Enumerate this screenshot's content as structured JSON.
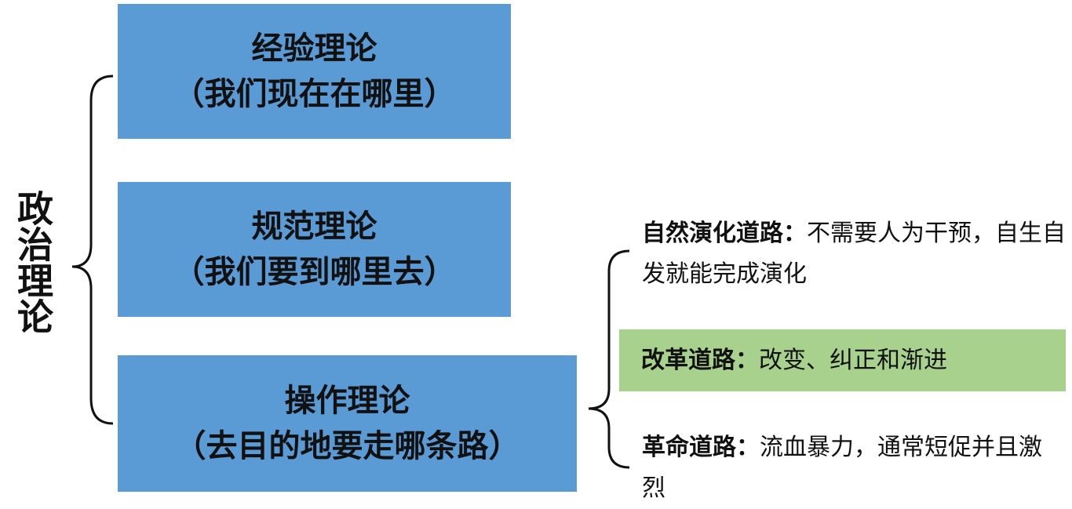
{
  "root": {
    "label": "政治理论"
  },
  "theories": [
    {
      "title": "经验理论",
      "subtitle": "（我们现在在哪里）"
    },
    {
      "title": "规范理论",
      "subtitle": "（我们要到哪里去）"
    },
    {
      "title": "操作理论",
      "subtitle": "（去目的地要走哪条路）"
    }
  ],
  "paths": [
    {
      "name": "自然演化道路",
      "sep": "：",
      "desc": "不需要人为干预，自生自发就能完成演化"
    },
    {
      "name": "改革道路",
      "sep": "：",
      "desc": "改变、纠正和渐进",
      "highlight": "#a9d18e"
    },
    {
      "name": "革命道路",
      "sep": "：",
      "desc": "流血暴力，通常短促并且激烈"
    }
  ],
  "colors": {
    "box_fill": "#5b9bd5",
    "reform_highlight": "#a9d18e"
  }
}
